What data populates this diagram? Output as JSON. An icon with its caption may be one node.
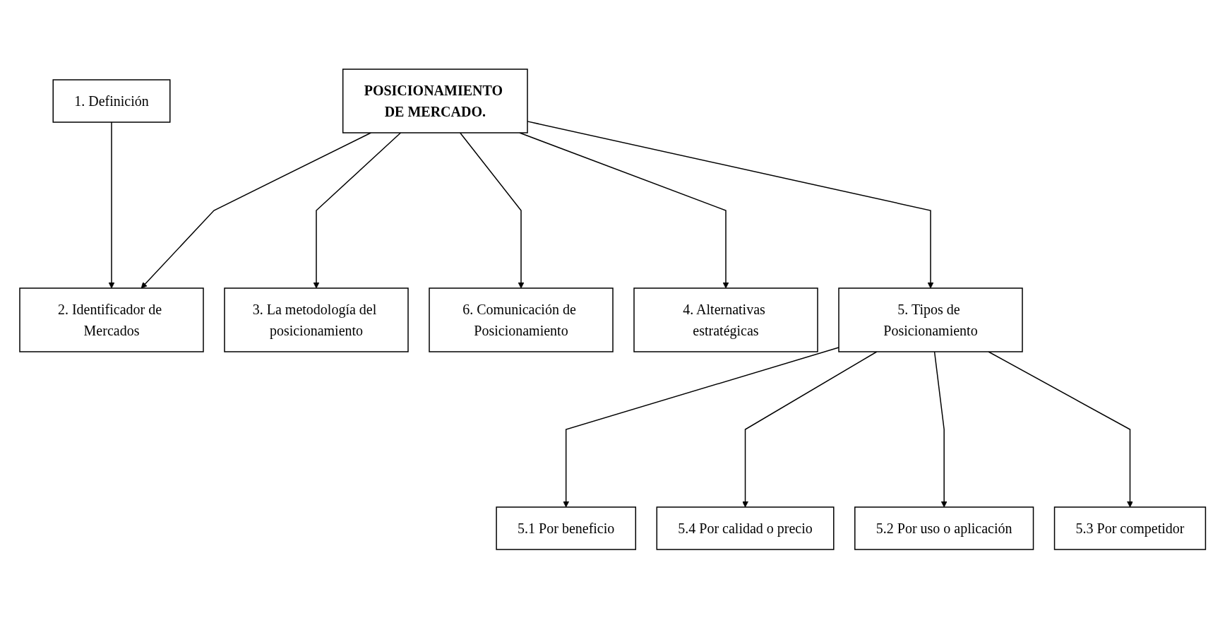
{
  "diagram": {
    "nodes": [
      {
        "text": [
          "1. Definición"
        ]
      },
      {
        "text": [
          "2. Identificador de Mercados"
        ]
      },
      {
        "text": [
          "3. La metodología del posicionamiento"
        ]
      },
      {
        "text": [
          "6. Comunicación de Posicionamiento"
        ]
      },
      {
        "text": [
          "POSICIONAMIENTO DE MERCADO."
        ]
      },
      {
        "text": [
          "4. Alternativas estratégicas"
        ]
      },
      {
        "text": [
          "5. Tipos de Posicionamiento"
        ]
      },
      {
        "text": [
          "5.1 Por beneficio"
        ]
      },
      {
        "text": [
          "5.4 Por calidad o precio"
        ]
      },
      {
        "text": [
          "5.2 Por uso o aplicación"
        ]
      },
      {
        "text": [
          "5.3 Por competidor"
        ]
      }
    ],
    "edges": [
      {
        "from": 0,
        "to": 1,
        "arrow": "to"
      },
      {
        "from": 4,
        "to": 1,
        "arrow": "to"
      },
      {
        "from": 4,
        "to": 2,
        "arrow": "to"
      },
      {
        "from": 4,
        "to": 3,
        "arrow": "to"
      },
      {
        "from": 4,
        "to": 5,
        "arrow": "to"
      },
      {
        "from": 4,
        "to": 6,
        "arrow": "to"
      },
      {
        "from": 6,
        "to": 7,
        "arrow": "to"
      },
      {
        "from": 6,
        "to": 8,
        "arrow": "to"
      },
      {
        "from": 6,
        "to": 9,
        "arrow": "to"
      },
      {
        "from": 6,
        "to": 10,
        "arrow": "to"
      }
    ]
  }
}
